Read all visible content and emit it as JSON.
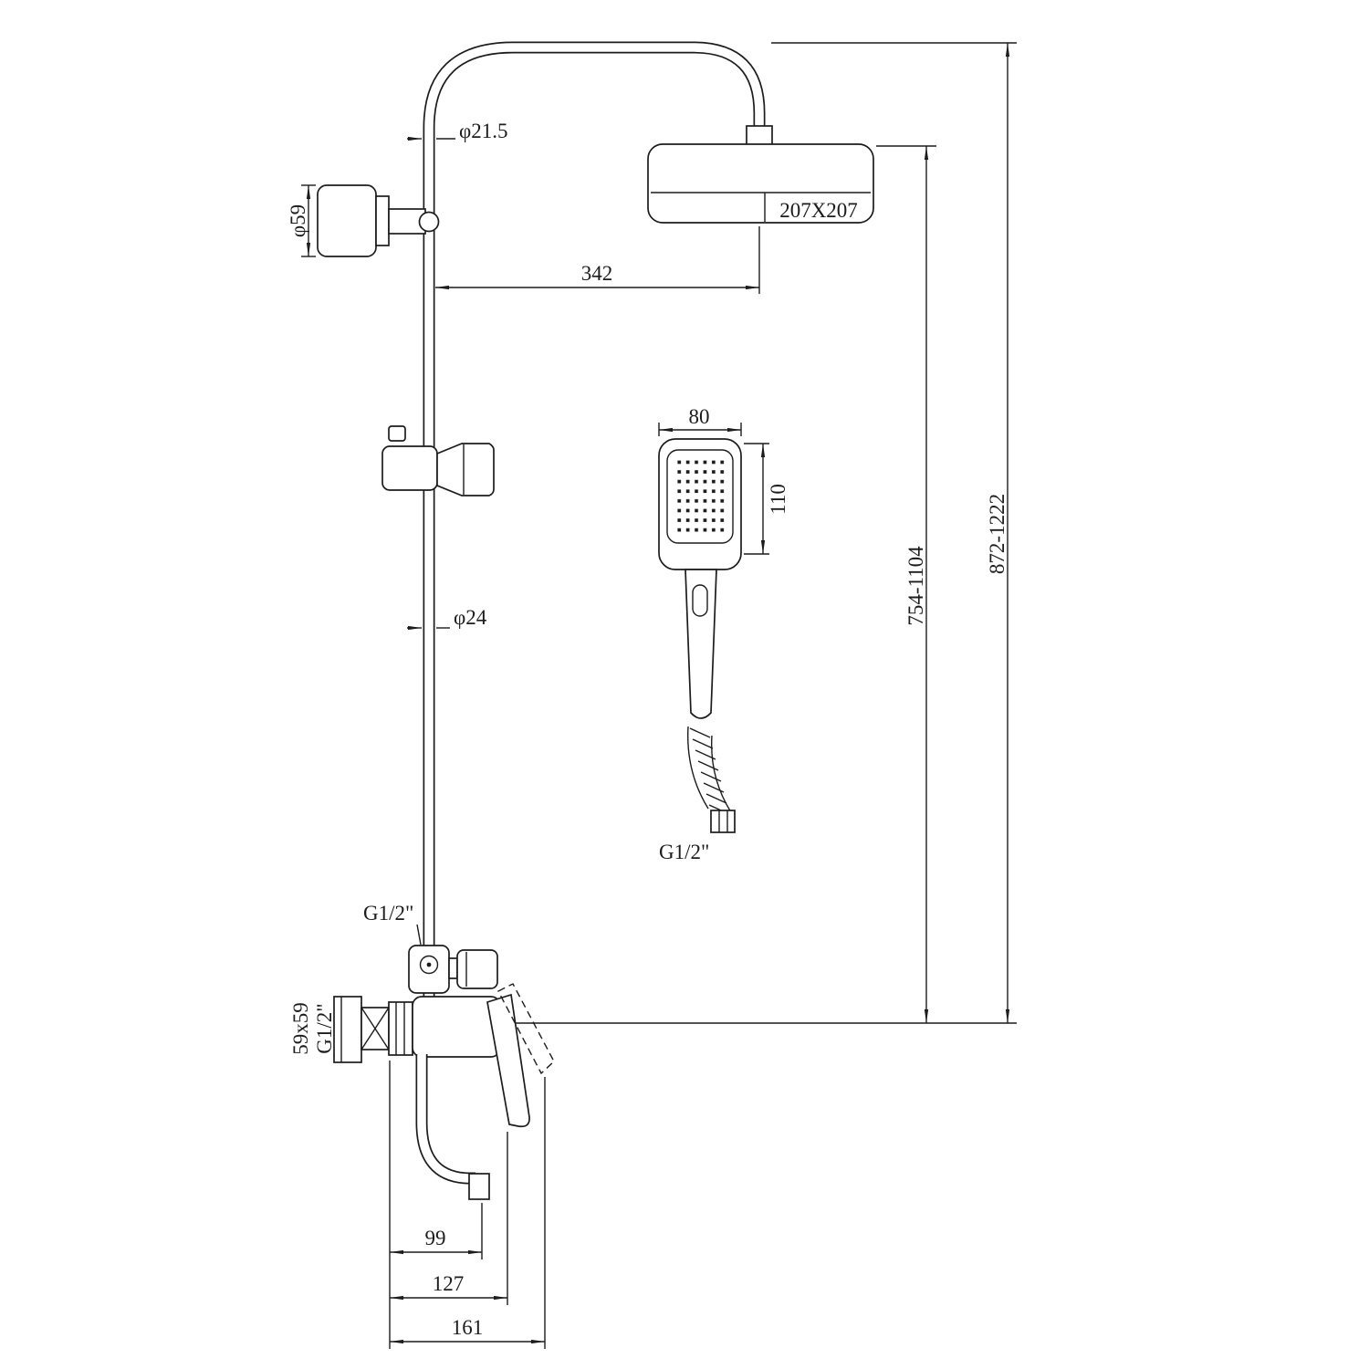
{
  "drawing": {
    "background": "#ffffff",
    "line_color": "#1c1c1c",
    "labels": {
      "riser_top_diameter": "φ21.5",
      "wall_bracket_diameter": "φ59",
      "head_size": "207X207",
      "head_offset": "342",
      "handshower_width": "80",
      "handshower_height": "110",
      "riser_diameter": "φ24",
      "hose_thread": "G1/2\"",
      "diverter_thread": "G1/2\"",
      "escutcheon_size": "59x59",
      "escutcheon_thread": "G1/2\"",
      "height_inner": "754-1104",
      "height_overall": "872-1222",
      "spout_dim_99": "99",
      "spout_dim_127": "127",
      "spout_dim_161": "161"
    }
  }
}
